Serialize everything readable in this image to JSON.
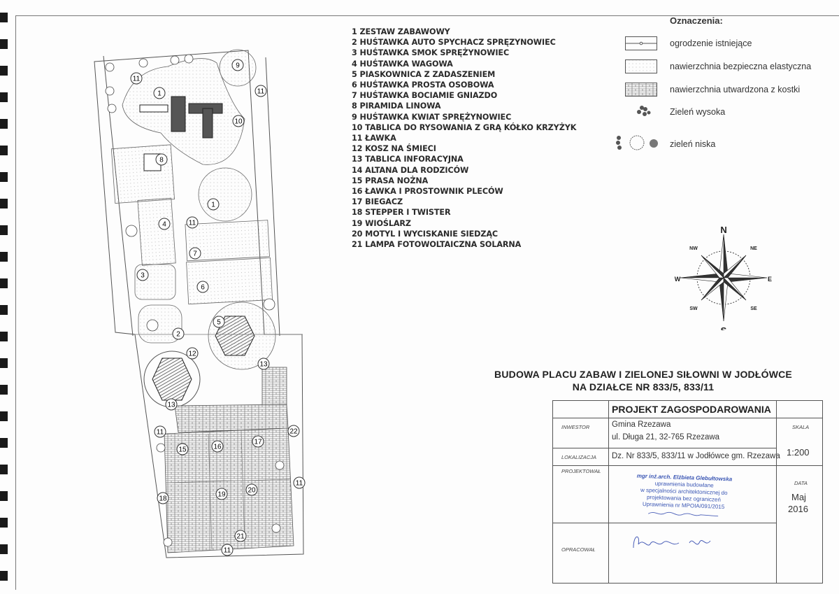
{
  "legend_items": [
    "1  ZESTAW ZABAWOWY",
    "2  HUŚTAWKA AUTO SPYCHACZ SPRĘZYNOWIEC",
    "3  HUŚTAWKA SMOK SPRĘŻYNOWIEC",
    "4  HUŚTAWKA WAGOWA",
    "5  PIASKOWNICA Z ZADASZENIEM",
    "6  HUŚTAWKA PROSTA OSOBOWA",
    "7  HUŚTAWKA BOCIAMIE GNIAZDO",
    "8  PIRAMIDA LINOWA",
    "9  HUŚTAWKA KWIAT SPRĘŻYNOWIEC",
    "10 TABLICA DO RYSOWANIA Z GRĄ KÓŁKO KRZYŻYK",
    "11 ŁAWKA",
    "12 KOSZ NA ŚMIECI",
    "13 TABLICA INFORACYJNA",
    "14 ALTANA DLA RODZICÓW",
    "15 PRASA NOŻNA",
    "16 ŁAWKA I PROSTOWNIK PLECÓW",
    "17 BIEGACZ",
    "18 STEPPER I TWISTER",
    "19 WIOŚLARZ",
    "20 MOTYL I WYCISKANIE SIEDZĄC",
    "21 LAMPA FOTOWOLTAICZNA SOLARNA"
  ],
  "oznaczenia": {
    "title": "Oznaczenia:",
    "items": [
      {
        "icon": "fence-symbol",
        "label": "ogrodzenie istniejące"
      },
      {
        "icon": "elastic-surface-hatch",
        "label": "nawierzchnia bezpieczna elastyczna"
      },
      {
        "icon": "paving-brick-hatch",
        "label": "nawierzchnia utwardzona z kostki"
      },
      {
        "icon": "tall-greenery-symbol",
        "label": "Zieleń wysoka"
      },
      {
        "icon": "low-greenery-symbol",
        "label": "zieleń niska"
      }
    ]
  },
  "compass": {
    "n": "N",
    "s": "S",
    "e": "E",
    "w": "W",
    "ne": "NE",
    "nw": "NW",
    "se": "SE",
    "sw": "SW"
  },
  "plan_markers": [
    "11",
    "1",
    "9",
    "11",
    "10",
    "8",
    "1",
    "4",
    "11",
    "7",
    "3",
    "6",
    "5",
    "2",
    "12",
    "13",
    "13",
    "11",
    "22",
    "15",
    "16",
    "17",
    "11",
    "18",
    "19",
    "20",
    "21",
    "11"
  ],
  "title": {
    "line1": "BUDOWA PLACU ZABAW I ZIELONEJ SIŁOWNI W JODŁÓWCE",
    "line2": "NA DZIAŁCE NR 833/5, 833/11"
  },
  "title_block": {
    "heading": "PROJEKT ZAGOSPODAROWANIA",
    "inwestor_label": "INWESTOR",
    "inwestor_line1": "Gmina Rzezawa",
    "inwestor_line2": "ul. Długa 21, 32-765 Rzezawa",
    "lokalizacja_label": "LOKALIZACJA",
    "lokalizacja": "Dz. Nr  833/5, 833/11 w Jodłówce gm. Rzezawa",
    "projektowal_label": "PROJEKTOWAŁ",
    "opracowal_label": "OPRACOWAŁ",
    "skala_label": "SKALA",
    "skala": "1:200",
    "data_label": "DATA",
    "data_month": "Maj",
    "data_year": "2016",
    "stamp": {
      "name": "mgr inż.arch. Elżbieta Glebułtowska",
      "line1": "uprawnienia budowlane",
      "line2": "w specjalności architektonicznej do",
      "line3": "projektowania bez ograniczeń",
      "line4": "Uprawnienia nr MPOIA/091/2015"
    }
  },
  "colors": {
    "stamp_ink": "#3a56b4",
    "signature_ink": "#4b5fb8"
  }
}
